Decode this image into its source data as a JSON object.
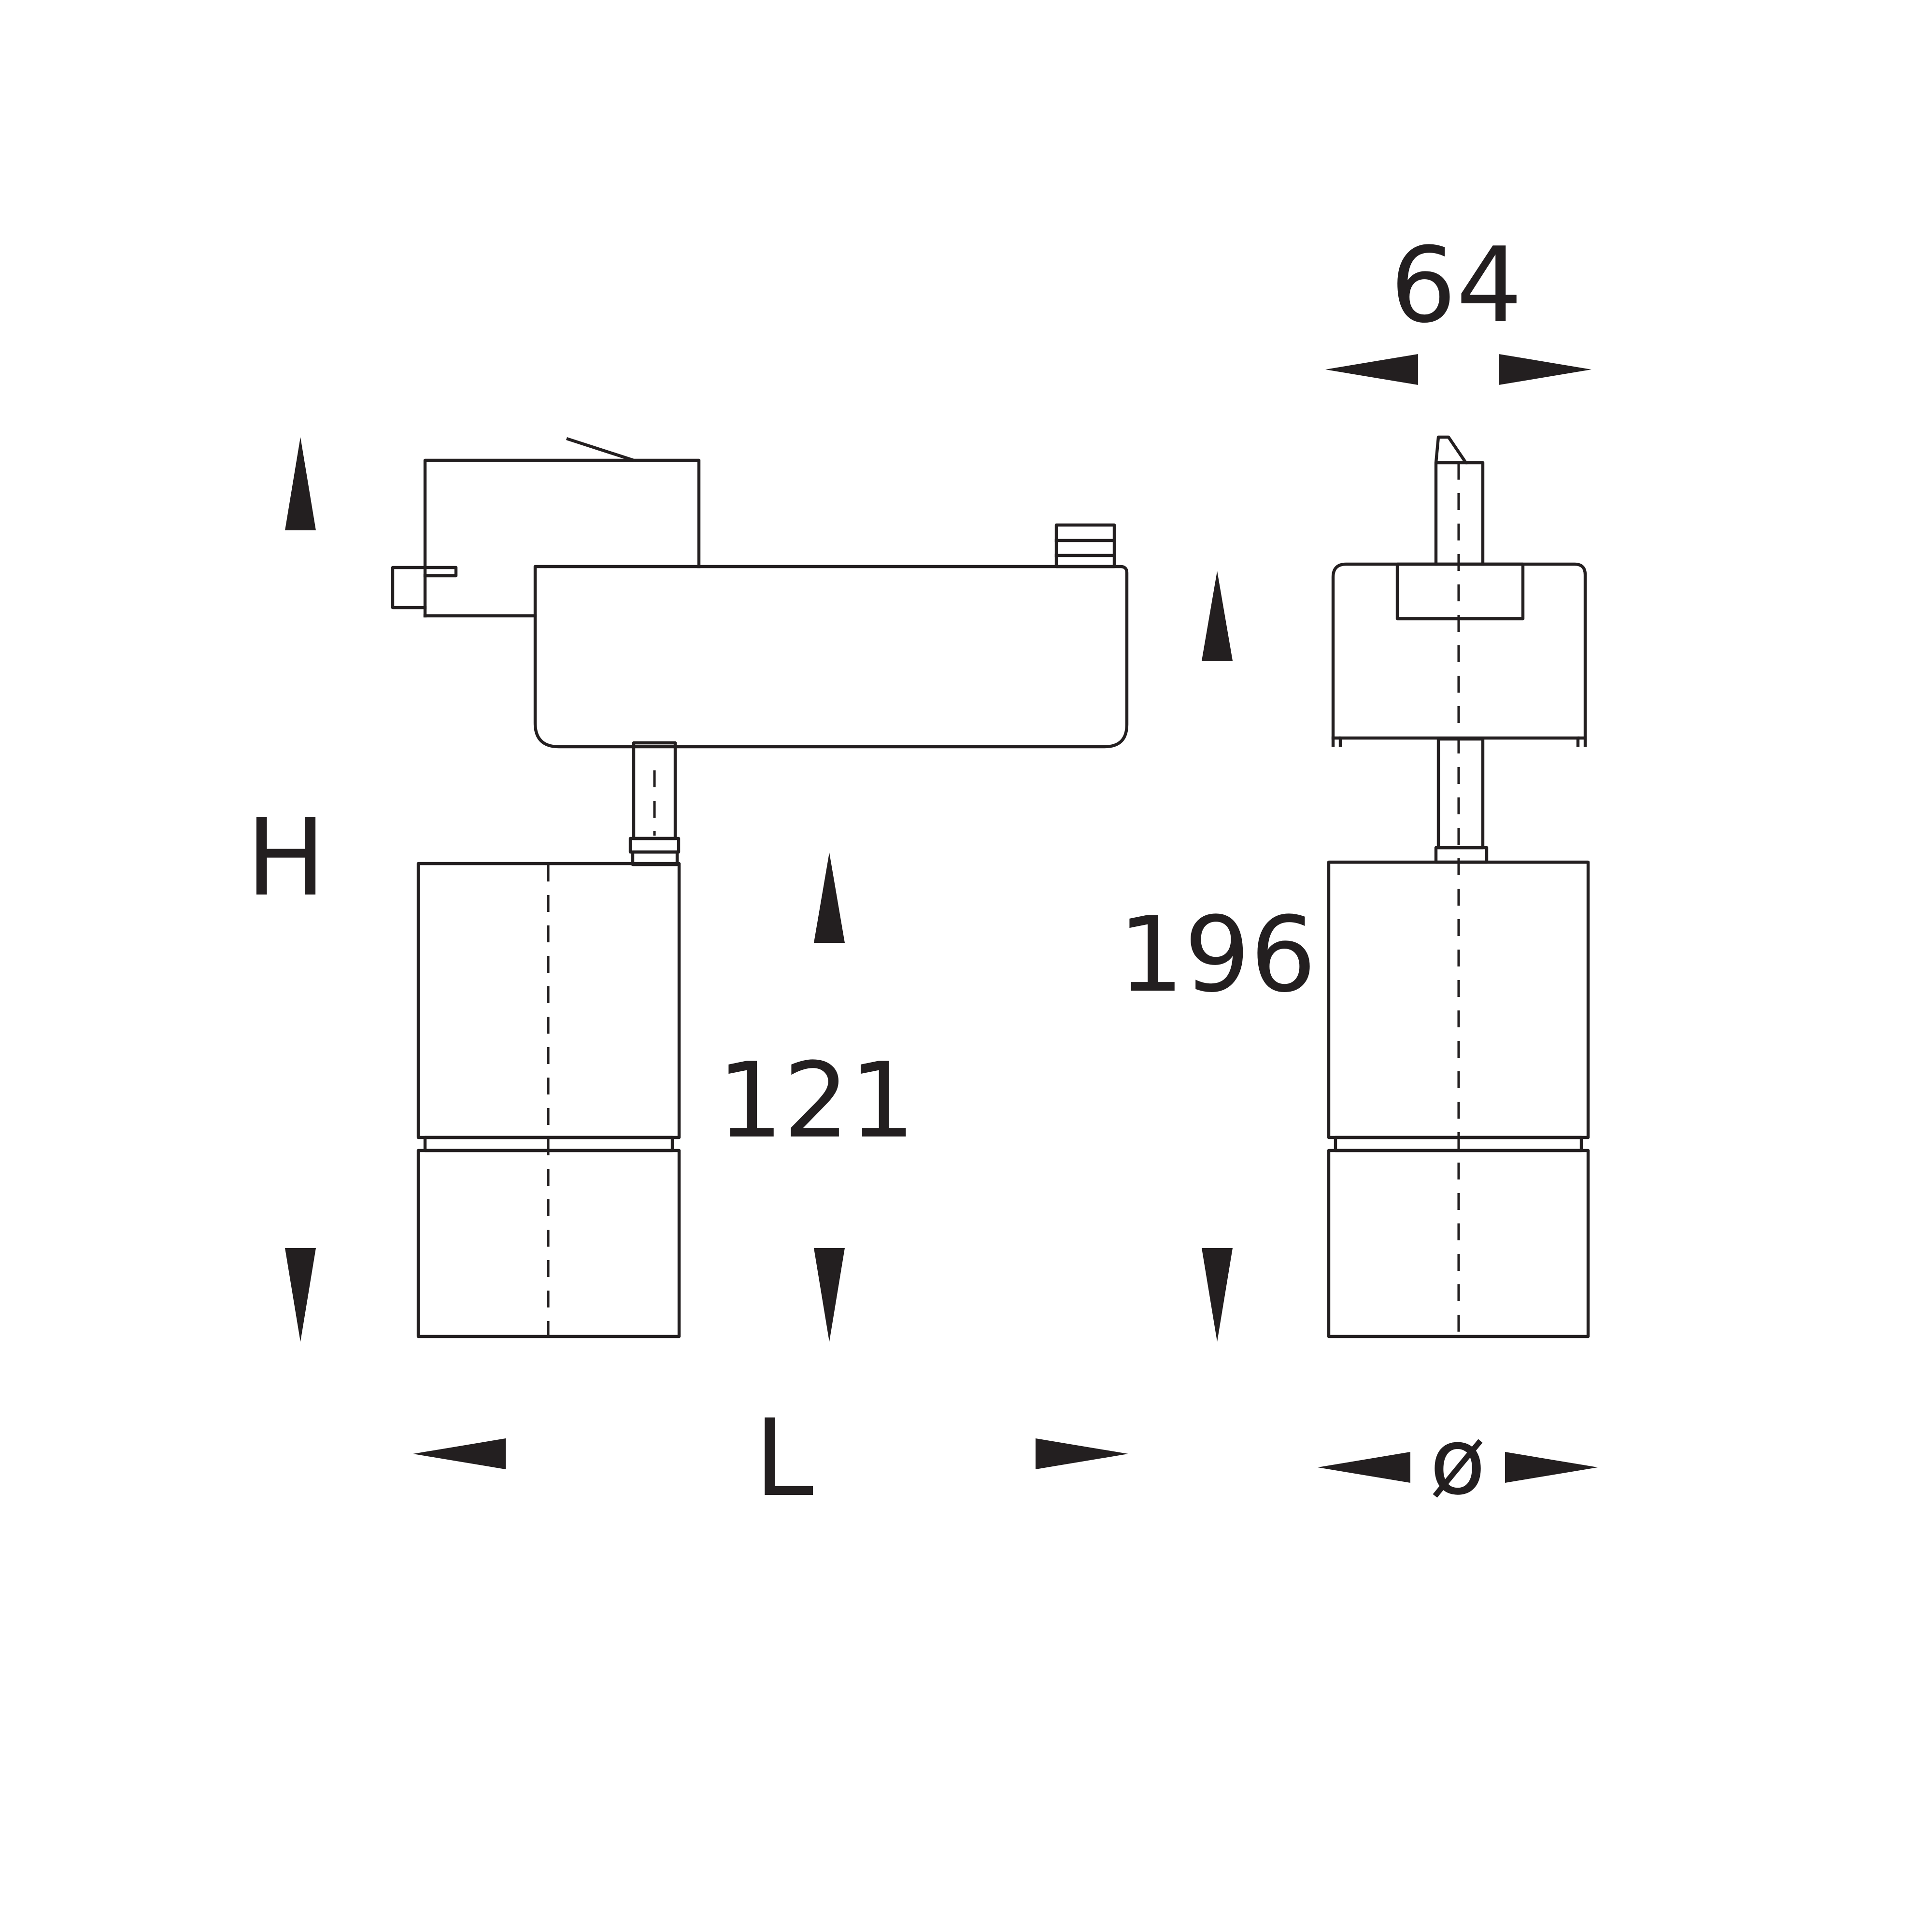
{
  "labels": {
    "height_symbol": "H",
    "length_symbol": "L",
    "diameter_symbol": "ø",
    "front_height_value": "121",
    "side_height_value": "196",
    "side_width_value": "64"
  },
  "colors": {
    "ink": "#231f20",
    "background": "#ffffff"
  }
}
